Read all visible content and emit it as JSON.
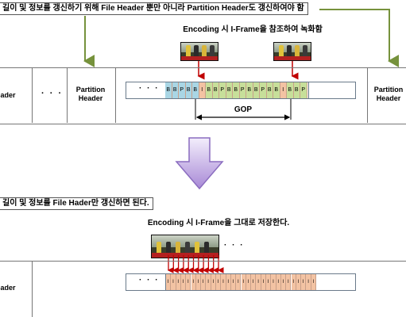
{
  "top": {
    "note": "길이 및 정보를 갱신하기 위해 File Header 뿐만 아니라 Partition Header도 갱신하여야 함",
    "encoding_label": "Encoding 시 I-Frame을 참조하여 녹화함",
    "left_header": "ader",
    "dots": "· · ·",
    "partition_header": "Partition Header",
    "right_partition_header": "Partition Header",
    "strip_dots": "· · ·",
    "frames": [
      "B",
      "B",
      "P",
      "B",
      "B",
      "I",
      "B",
      "B",
      "P",
      "B",
      "B",
      "P",
      "B",
      "B",
      "P",
      "B",
      "B",
      "I",
      "B",
      "B",
      "P"
    ],
    "gop_label": "GOP"
  },
  "bottom": {
    "note": "길이 및 정보를 File Hader만 갱신하면 된다.",
    "encoding_label": "Encoding 시 I-Frame을 그대로 저장한다.",
    "left_header": "ader",
    "thumb_dots": "· · ·",
    "strip_dots": "· · ·",
    "frames": [
      "I",
      "I",
      "I",
      "I",
      "I",
      "I",
      "I",
      "I",
      "I",
      "I",
      "I",
      "I",
      "I",
      "I",
      "I",
      "I",
      "I",
      "I",
      "I",
      "I",
      "I",
      "I",
      "I",
      "I",
      "I",
      "I",
      "I",
      "I",
      "I",
      "I"
    ]
  },
  "colors": {
    "frame_blue": "#a9d6e5",
    "frame_green": "#c7df9a",
    "frame_orange": "#f3c3a3",
    "arrow_green": "#76923c",
    "arrow_red": "#c00000",
    "big_arrow": "#a889d6"
  }
}
